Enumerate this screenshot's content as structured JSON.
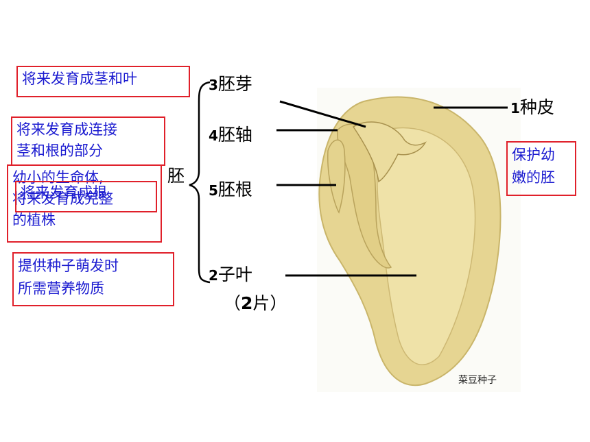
{
  "functions": {
    "plumule": "将来发育成茎和叶",
    "hypocotyl_line1": "将来发育成连接",
    "hypocotyl_line2": "茎和根的部分",
    "embryo_line1": "幼小的生命体,",
    "embryo_line2": "将来发育成完整",
    "embryo_line3": "的植株",
    "radicle": "将来发育成根",
    "cotyledon_line1": "提供种子萌发时",
    "cotyledon_line2": "所需营养物质",
    "seed_coat_line1": "保护幼",
    "seed_coat_line2": "嫩的胚"
  },
  "labels": {
    "embryo": "胚",
    "plumule_num": "3",
    "plumule": "胚芽",
    "hypocotyl_num": "4",
    "hypocotyl": "胚轴",
    "radicle_num": "5",
    "radicle": "胚根",
    "cotyledon_num": "2",
    "cotyledon": "子叶",
    "cotyledon_count_open": "（",
    "cotyledon_count_num": "2",
    "cotyledon_count_close": "片）",
    "seed_coat_num": "1",
    "seed_coat": "种皮"
  },
  "photo_caption": "菜豆种子",
  "colors": {
    "box_border": "#e0202a",
    "box_text": "#1a1ad0",
    "seed_fill": "#e9d99b",
    "seed_shadow": "#c9b56a"
  }
}
